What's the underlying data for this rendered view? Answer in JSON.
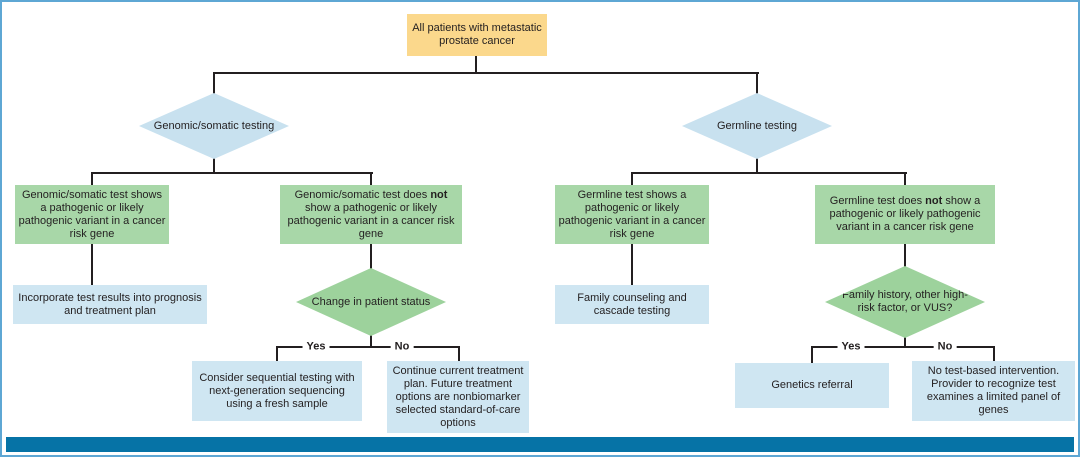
{
  "nodes": {
    "root": {
      "text": "All patients with metastatic prostate cancer"
    },
    "genomic_testing": {
      "text": "Genomic/somatic testing"
    },
    "germline_testing": {
      "text": "Germline testing"
    },
    "genomic_positive": {
      "text": "Genomic/somatic test shows a pathogenic or likely pathogenic variant in a cancer risk gene"
    },
    "genomic_negative": {
      "pre": "Genomic/somatic test does",
      "bold": "not",
      "post": "show a pathogenic or likely pathogenic variant in a cancer risk gene"
    },
    "germline_positive": {
      "text": "Germline test shows a pathogenic or likely pathogenic variant in a cancer risk gene"
    },
    "germline_negative": {
      "pre": "Germline test does",
      "bold": "not",
      "post": "show a pathogenic or likely pathogenic variant in a cancer risk gene"
    },
    "incorporate_results": {
      "text": "Incorporate test results into prognosis and treatment plan"
    },
    "change_in_status": {
      "text": "Change in patient status"
    },
    "family_counseling": {
      "text": "Family counseling and cascade testing"
    },
    "family_history": {
      "text": "Family history, other high-risk factor, or VUS?"
    },
    "sequential_testing": {
      "text": "Consider sequential testing with next-generation sequencing using a fresh sample"
    },
    "continue_treatment": {
      "text": "Continue current treatment plan. Future treatment options are nonbiomarker selected standard-of-care options"
    },
    "genetics_referral": {
      "text": "Genetics referral"
    },
    "no_test_intervention": {
      "text": "No test-based intervention. Provider to recognize test examines a limited panel of genes"
    }
  },
  "edge_labels": {
    "yes": "Yes",
    "no": "No"
  },
  "colors": {
    "root_fill": "#fbd88c",
    "decision_diamond_blue": "#c8e1ef",
    "result_box_green": "#a8d7a8",
    "info_box_blue": "#cfe6f2",
    "decision_diamond_green": "#9dd29c",
    "connector": "#231f20",
    "frame_border": "#5ea7d4",
    "footer_bar": "#0673a6"
  }
}
